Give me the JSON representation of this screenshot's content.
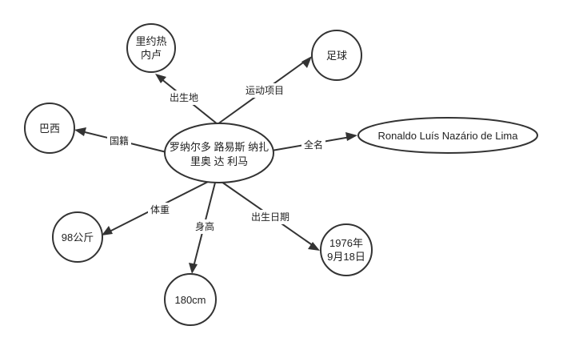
{
  "center": {
    "line1": "罗纳尔多 路易斯 纳扎",
    "line2": "里奥 达 利马"
  },
  "nodes": {
    "birthplace": {
      "line1": "里约热",
      "line2": "内卢"
    },
    "sport": {
      "text": "足球"
    },
    "nationality": {
      "text": "巴西"
    },
    "full_name": {
      "text": "Ronaldo Luís Nazário de Lima"
    },
    "weight": {
      "text": "98公斤"
    },
    "height": {
      "text": "180cm"
    },
    "birth_date": {
      "line1": "1976年",
      "line2": "9月18日"
    }
  },
  "edges": {
    "birthplace": "出生地",
    "sport": "运动项目",
    "nationality": "国籍",
    "full_name": "全名",
    "weight": "体重",
    "height": "身高",
    "birth_date": "出生日期"
  },
  "colors": {
    "stroke": "#333333",
    "fill": "#ffffff",
    "text": "#222222"
  }
}
